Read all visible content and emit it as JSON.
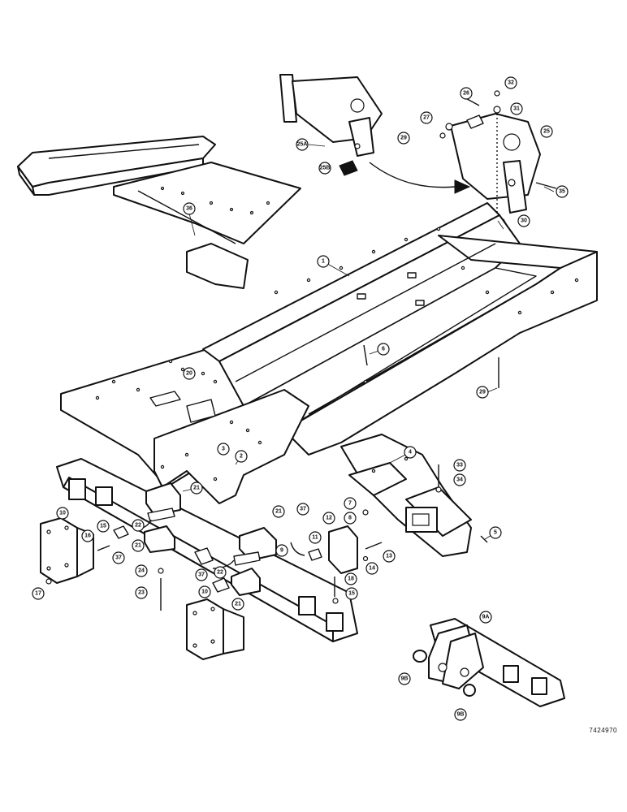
{
  "diagram": {
    "reference_code": "7424970",
    "callouts": [
      {
        "id": "c1",
        "label": "1"
      },
      {
        "id": "c2",
        "label": "2"
      },
      {
        "id": "c3",
        "label": "3"
      },
      {
        "id": "c4",
        "label": "4"
      },
      {
        "id": "c5",
        "label": "5"
      },
      {
        "id": "c6",
        "label": "6"
      },
      {
        "id": "c7",
        "label": "7"
      },
      {
        "id": "c8",
        "label": "8"
      },
      {
        "id": "c9",
        "label": "9"
      },
      {
        "id": "c9a",
        "label": "9A"
      },
      {
        "id": "c9b1",
        "label": "9B"
      },
      {
        "id": "c9b2",
        "label": "9B"
      },
      {
        "id": "c10a",
        "label": "10"
      },
      {
        "id": "c10b",
        "label": "10"
      },
      {
        "id": "c11",
        "label": "11"
      },
      {
        "id": "c12",
        "label": "12"
      },
      {
        "id": "c13",
        "label": "13"
      },
      {
        "id": "c14",
        "label": "14"
      },
      {
        "id": "c15a",
        "label": "15"
      },
      {
        "id": "c15b",
        "label": "15"
      },
      {
        "id": "c16",
        "label": "16"
      },
      {
        "id": "c17",
        "label": "17"
      },
      {
        "id": "c18",
        "label": "18"
      },
      {
        "id": "c20",
        "label": "20"
      },
      {
        "id": "c21a",
        "label": "21"
      },
      {
        "id": "c21b",
        "label": "21"
      },
      {
        "id": "c21c",
        "label": "21"
      },
      {
        "id": "c21d",
        "label": "21"
      },
      {
        "id": "c22a",
        "label": "22"
      },
      {
        "id": "c22b",
        "label": "22"
      },
      {
        "id": "c23",
        "label": "23"
      },
      {
        "id": "c24",
        "label": "24"
      },
      {
        "id": "c25",
        "label": "25"
      },
      {
        "id": "c25a",
        "label": "25A"
      },
      {
        "id": "c25b",
        "label": "25B"
      },
      {
        "id": "c26",
        "label": "26"
      },
      {
        "id": "c27",
        "label": "27"
      },
      {
        "id": "c29a",
        "label": "29"
      },
      {
        "id": "c29b",
        "label": "29"
      },
      {
        "id": "c30",
        "label": "30"
      },
      {
        "id": "c31",
        "label": "31"
      },
      {
        "id": "c32",
        "label": "32"
      },
      {
        "id": "c33",
        "label": "33"
      },
      {
        "id": "c34",
        "label": "34"
      },
      {
        "id": "c35",
        "label": "35"
      },
      {
        "id": "c36",
        "label": "36"
      },
      {
        "id": "c37a",
        "label": "37"
      },
      {
        "id": "c37b",
        "label": "37"
      },
      {
        "id": "c37c",
        "label": "37"
      }
    ]
  }
}
